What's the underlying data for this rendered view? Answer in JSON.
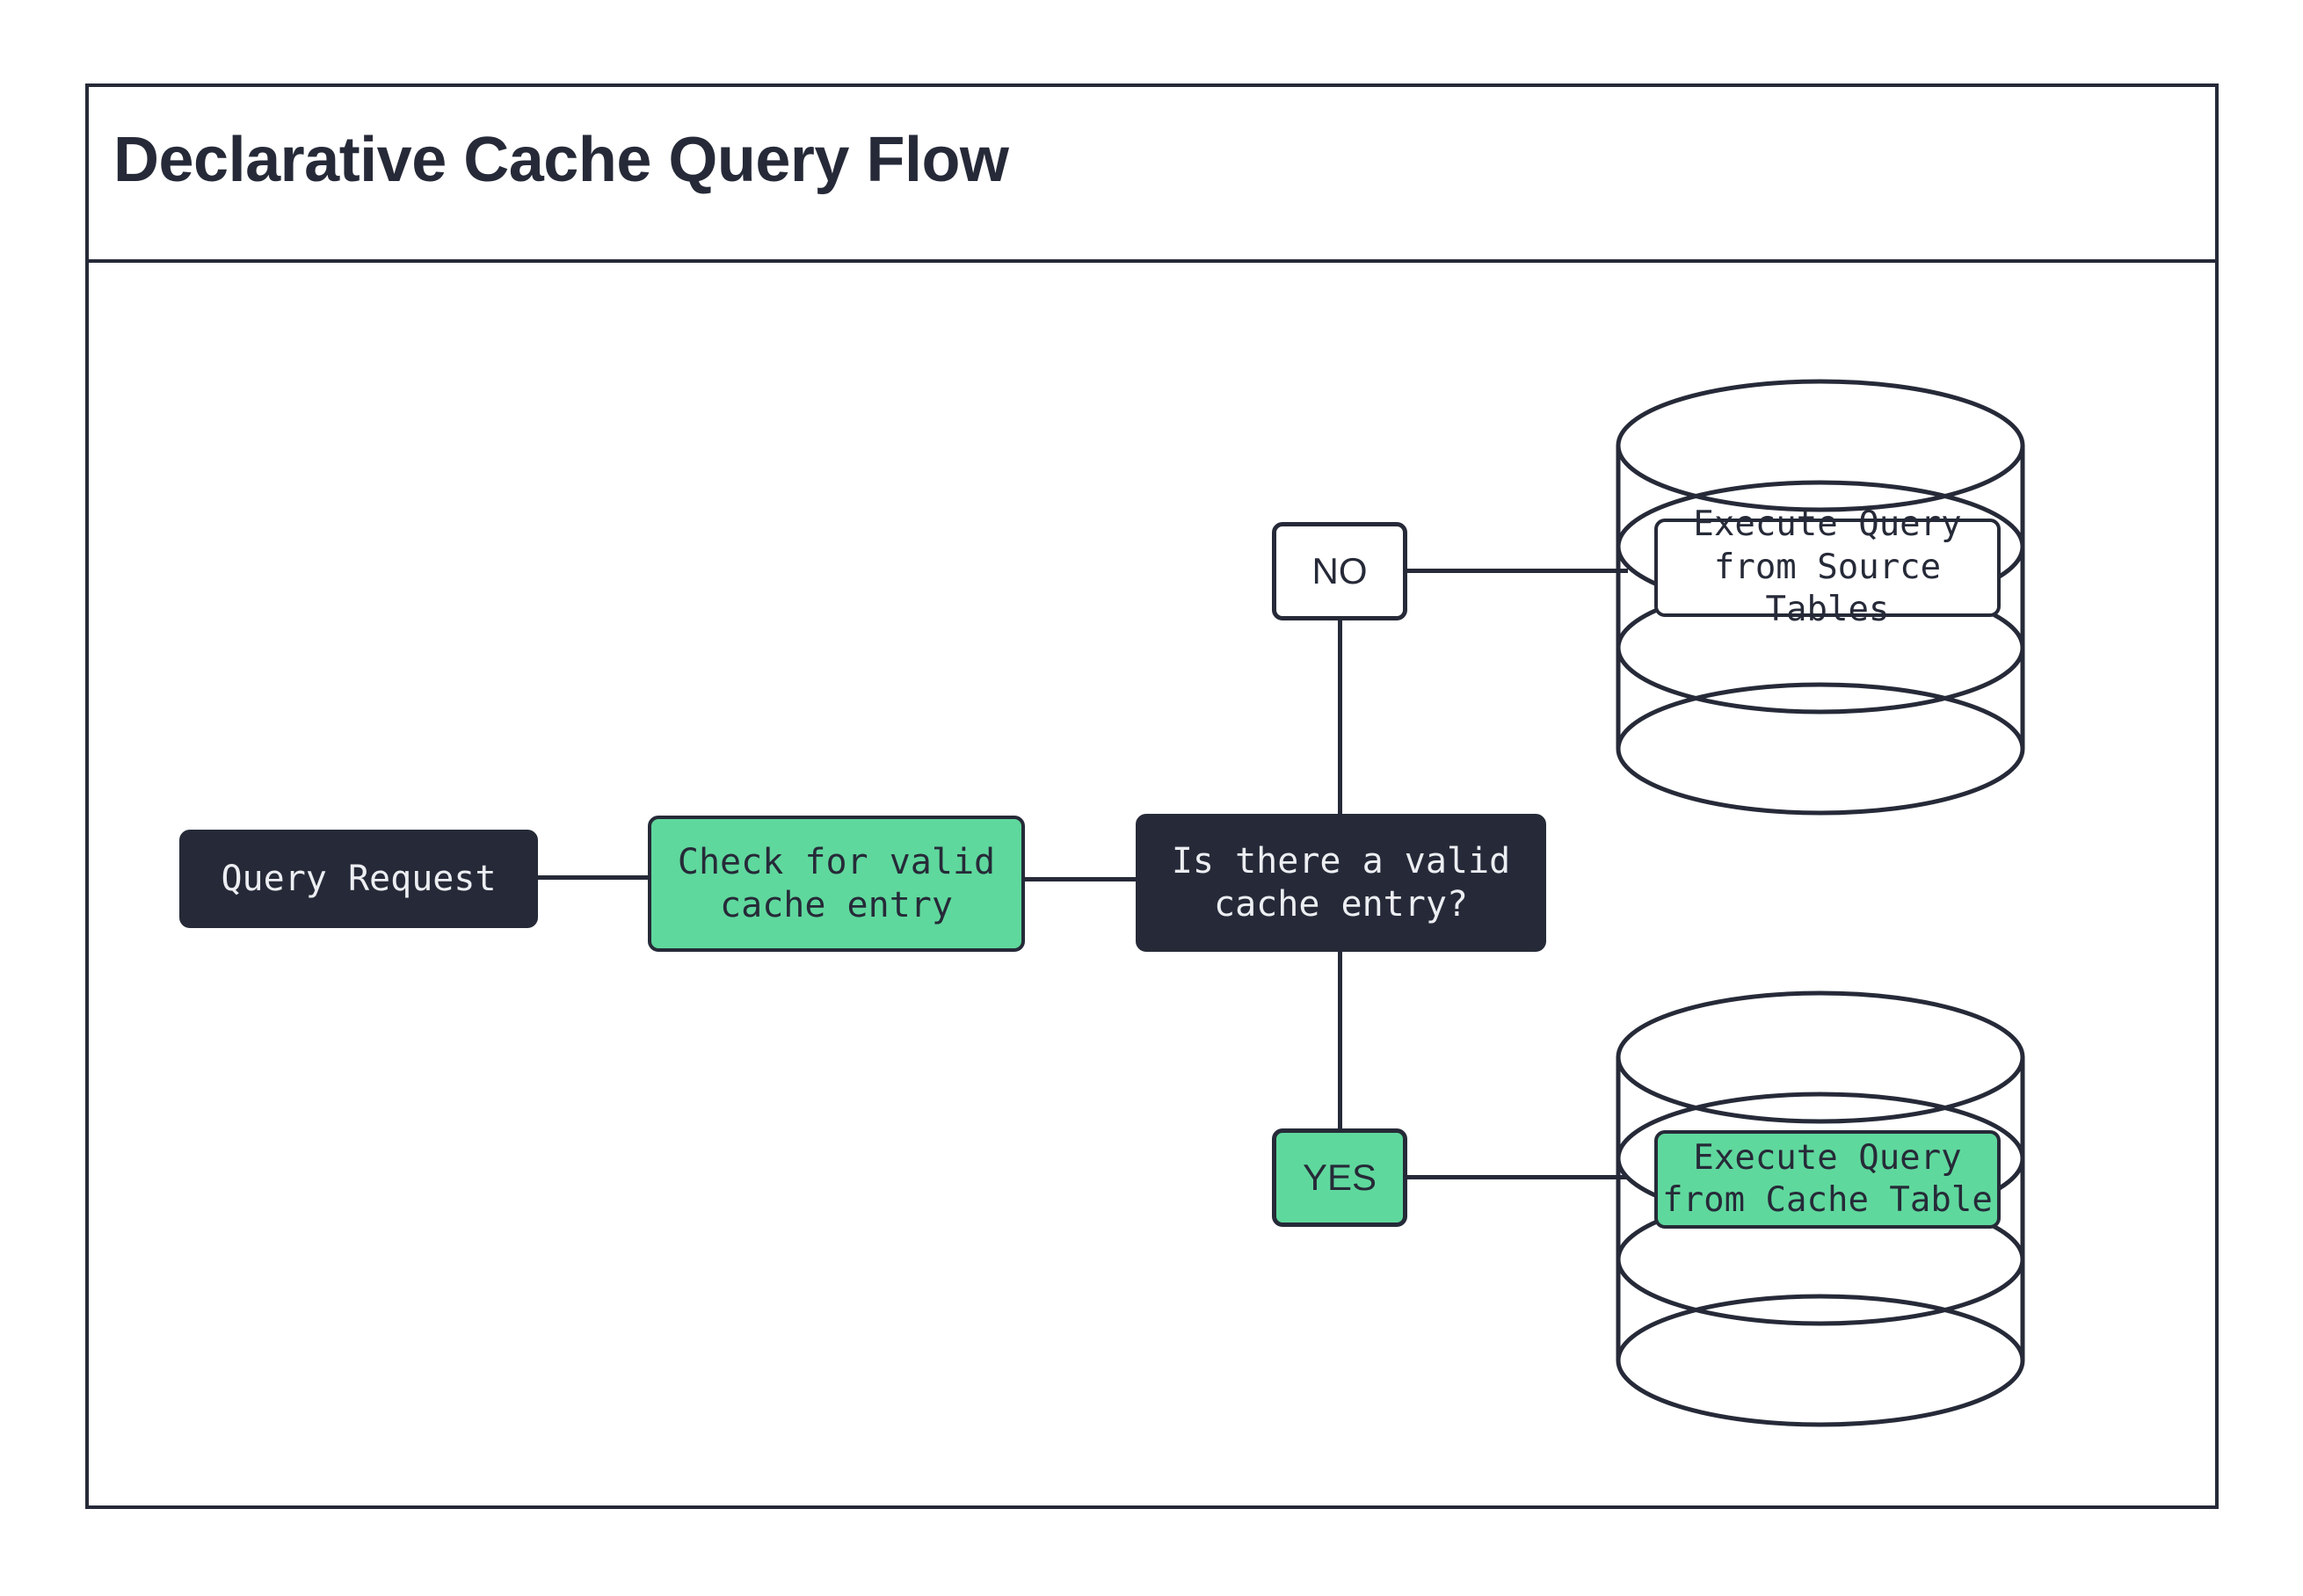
{
  "diagram": {
    "title": "Declarative Cache Query Flow",
    "type": "flowchart",
    "colors": {
      "ink": "#262a38",
      "accent_green": "#5fd89d",
      "surface": "#ffffff",
      "dark_node_text": "#eceef2"
    },
    "nodes": [
      {
        "id": "query-request",
        "label": "Query Request",
        "style": "dark",
        "shape": "rounded-rect"
      },
      {
        "id": "check-cache",
        "label": "Check for valid\ncache entry",
        "style": "green",
        "shape": "rounded-rect"
      },
      {
        "id": "decision",
        "label": "Is there a valid\ncache entry?",
        "style": "dark",
        "shape": "rounded-rect"
      },
      {
        "id": "branch-no",
        "label": "NO",
        "style": "white",
        "shape": "rounded-rect"
      },
      {
        "id": "branch-yes",
        "label": "YES",
        "style": "green",
        "shape": "rounded-rect"
      },
      {
        "id": "source-db",
        "label": "Execute Query\nfrom Source Tables",
        "style": "white",
        "shape": "database-cylinder"
      },
      {
        "id": "cache-db",
        "label": "Execute Query\nfrom Cache Table",
        "style": "green",
        "shape": "database-cylinder"
      }
    ],
    "edges": [
      {
        "from": "query-request",
        "to": "check-cache"
      },
      {
        "from": "check-cache",
        "to": "decision"
      },
      {
        "from": "decision",
        "to": "branch-no"
      },
      {
        "from": "decision",
        "to": "branch-yes"
      },
      {
        "from": "branch-no",
        "to": "source-db"
      },
      {
        "from": "branch-yes",
        "to": "cache-db"
      }
    ]
  }
}
